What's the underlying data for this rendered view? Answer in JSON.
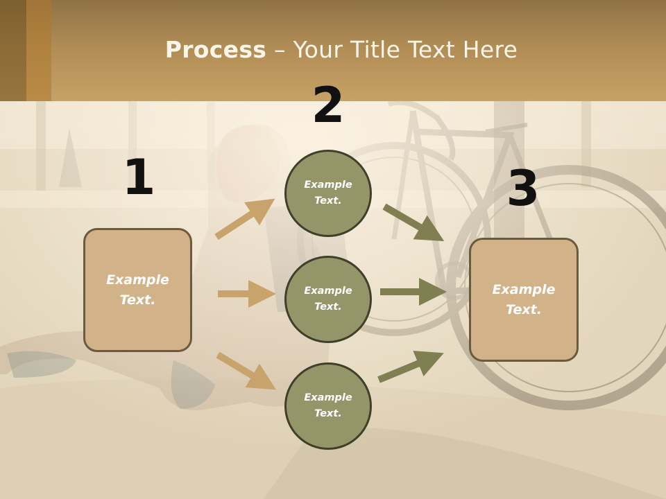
{
  "header": {
    "title_bold": "Process",
    "title_rest": " – Your Title Text Here"
  },
  "steps": {
    "n1": "1",
    "n2": "2",
    "n3": "3"
  },
  "left_box": "Example Text.",
  "circles": [
    "Example Text.",
    "Example Text.",
    "Example Text."
  ],
  "right_box": "Example Text.",
  "colors": {
    "header": "#b08c55",
    "box_fill": "#d2b389",
    "circle_fill": "#94966a",
    "arrow_tan": "#c8a46c",
    "arrow_olive": "#7f7f52"
  }
}
